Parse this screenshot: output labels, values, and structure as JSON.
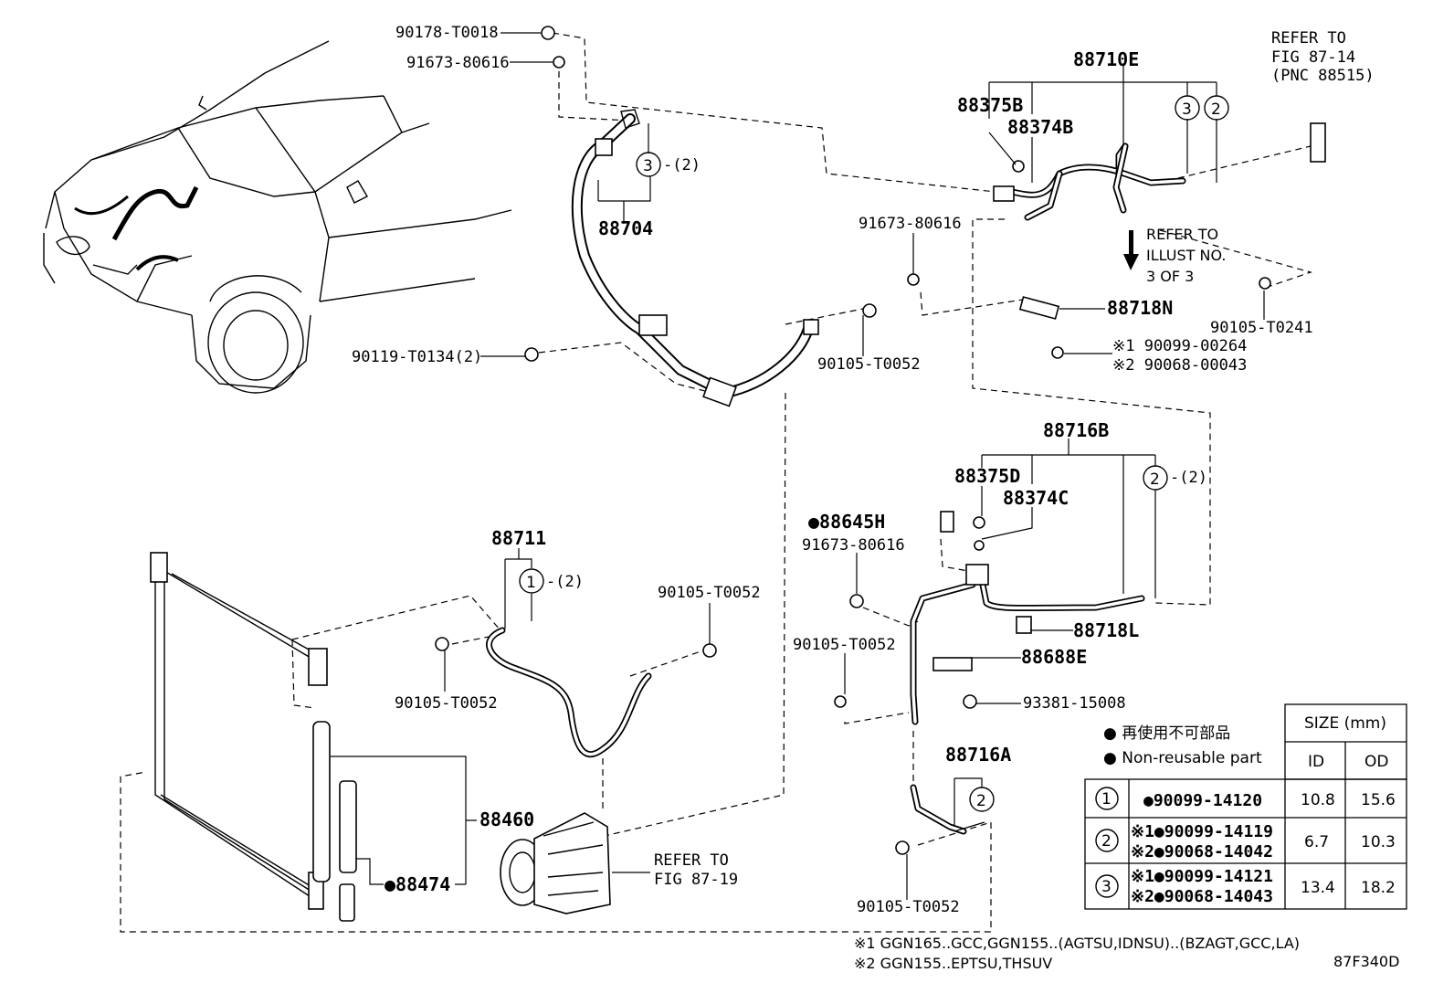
{
  "labels": {
    "p90178": "90178-T0018",
    "p91673a": "91673-80616",
    "p90119": "90119-T0134(2)",
    "p88704": "88704",
    "c3q": "-(2)",
    "p90105a": "90105-T0052",
    "p88710E": "88710E",
    "p88375B": "88375B",
    "p88374B": "88374B",
    "refTop1": "REFER TO",
    "refTop2": "FIG 87-14",
    "refTop3": "(PNC 88515)",
    "p91673b": "91673-80616",
    "refIll1": "REFER TO",
    "refIll2": "ILLUST NO.",
    "refIll3": "3 OF 3",
    "p88718N": "88718N",
    "p90105T0241": "90105-T0241",
    "p90099_00264": "※1 90099-00264",
    "p90068_00043": "※2 90068-00043",
    "p88716B": "88716B",
    "p88375D": "88375D",
    "p88374C": "88374C",
    "c2q": "-(2)",
    "p88645H": "●88645H",
    "p91673c": "91673-80616",
    "p90105b": "90105-T0052",
    "p88718L": "88718L",
    "p88688E": "88688E",
    "p93381": "93381-15008",
    "p88716A": "88716A",
    "p90105c": "90105-T0052",
    "p88711": "88711",
    "c1q": "-(2)",
    "p90105d": "90105-T0052",
    "p90105e": "90105-T0052",
    "p88460": "88460",
    "p88474": "●88474",
    "refComp1": "REFER TO",
    "refComp2": "FIG 87-19",
    "note1": "※1 GGN165..GCC,GGN155..(AGTSU,IDNSU)..(BZAGT,GCC,LA)",
    "note2": "※2 GGN155..EPTSU,THSUV",
    "figcode": "87F340D",
    "circle1": "1",
    "circle2": "2",
    "circle3": "3"
  },
  "legend": {
    "jp": "● 再使用不可部品",
    "en": "● Non-reusable part"
  },
  "table": {
    "size_header": "SIZE (mm)",
    "col_id": "ID",
    "col_od": "OD",
    "rows": [
      {
        "num": "1",
        "parts": [
          "●90099-14120"
        ],
        "id": "10.8",
        "od": "15.6"
      },
      {
        "num": "2",
        "parts": [
          "※1●90099-14119",
          "※2●90068-14042"
        ],
        "id": "6.7",
        "od": "10.3"
      },
      {
        "num": "3",
        "parts": [
          "※1●90099-14121",
          "※2●90068-14043"
        ],
        "id": "13.4",
        "od": "18.2"
      }
    ]
  }
}
